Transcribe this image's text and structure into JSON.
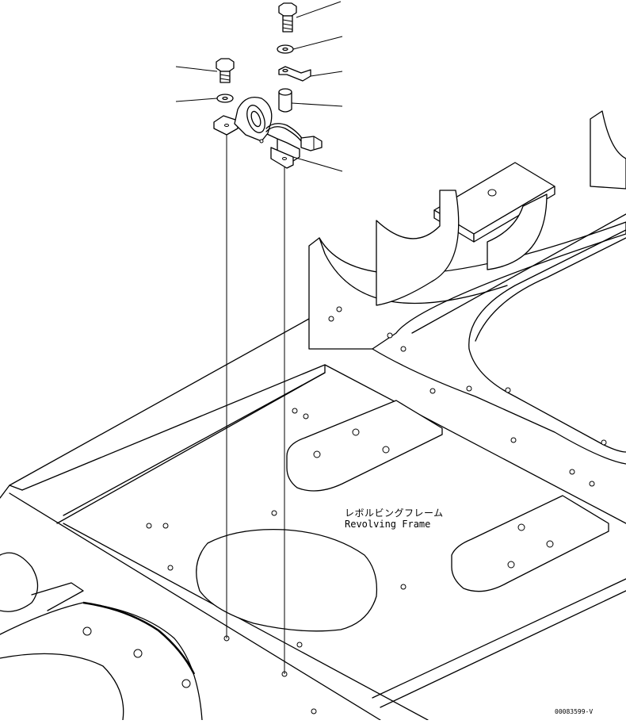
{
  "labels": {
    "revolving_frame_jp": "レボルビングフレーム",
    "revolving_frame_en": "Revolving Frame",
    "drawing_code": "00083599-V"
  },
  "colors": {
    "line": "#000000",
    "background": "#ffffff"
  },
  "parts": [
    {
      "name": "bolt-upper",
      "icon": "hex-bolt"
    },
    {
      "name": "washer-upper",
      "icon": "washer"
    },
    {
      "name": "terminal-bracket",
      "icon": "terminal-tab"
    },
    {
      "name": "spacer-sleeve",
      "icon": "cylinder"
    },
    {
      "name": "horn-assembly",
      "icon": "horn-with-connector"
    },
    {
      "name": "bolt-left",
      "icon": "hex-bolt"
    },
    {
      "name": "washer-left",
      "icon": "washer"
    }
  ]
}
